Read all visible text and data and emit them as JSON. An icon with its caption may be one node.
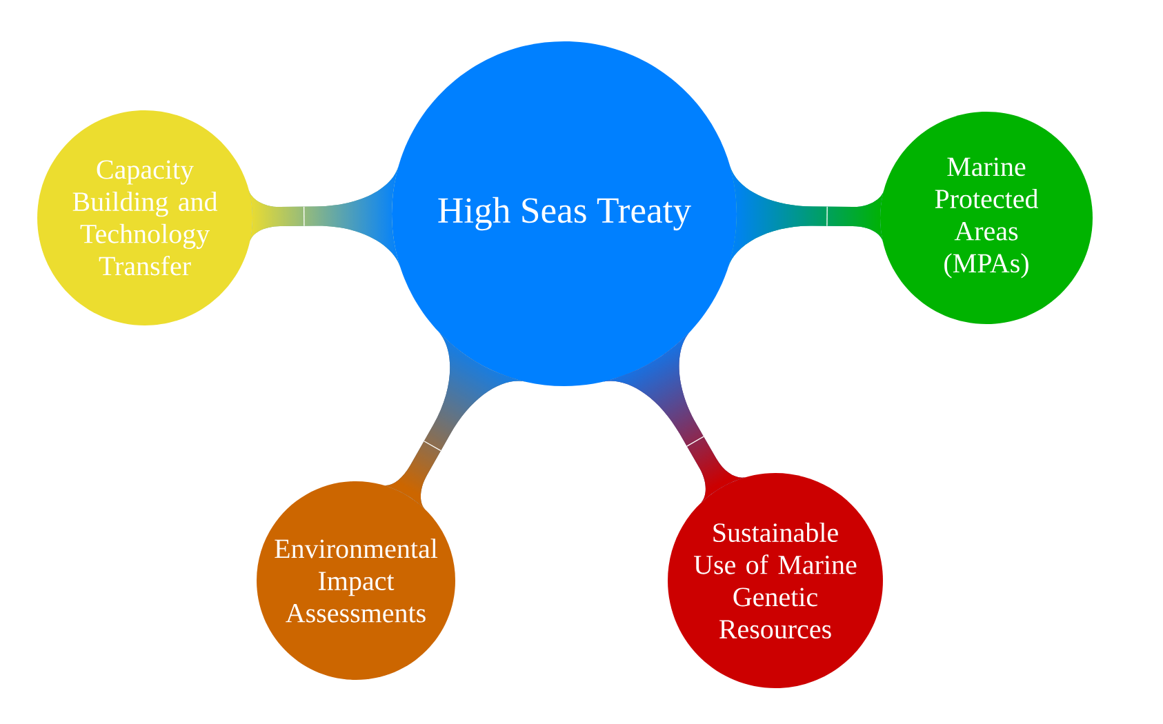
{
  "diagram": {
    "nodes": [
      {
        "text": [
          "High Seas Treaty"
        ]
      },
      {
        "text": [
          "Capacity Building and Technology Transfer"
        ]
      },
      {
        "text": [
          "Marine Protected Areas (MPAs)"
        ]
      },
      {
        "text": [
          "Environmental Impact Assessments"
        ]
      },
      {
        "text": [
          "Sustainable Use of Marine Genetic Resources"
        ]
      }
    ],
    "edges": [
      {
        "from": 0,
        "to": 1,
        "arrow": "none"
      },
      {
        "from": 0,
        "to": 2,
        "arrow": "none"
      },
      {
        "from": 0,
        "to": 3,
        "arrow": "none"
      },
      {
        "from": 0,
        "to": 4,
        "arrow": "none"
      }
    ]
  }
}
